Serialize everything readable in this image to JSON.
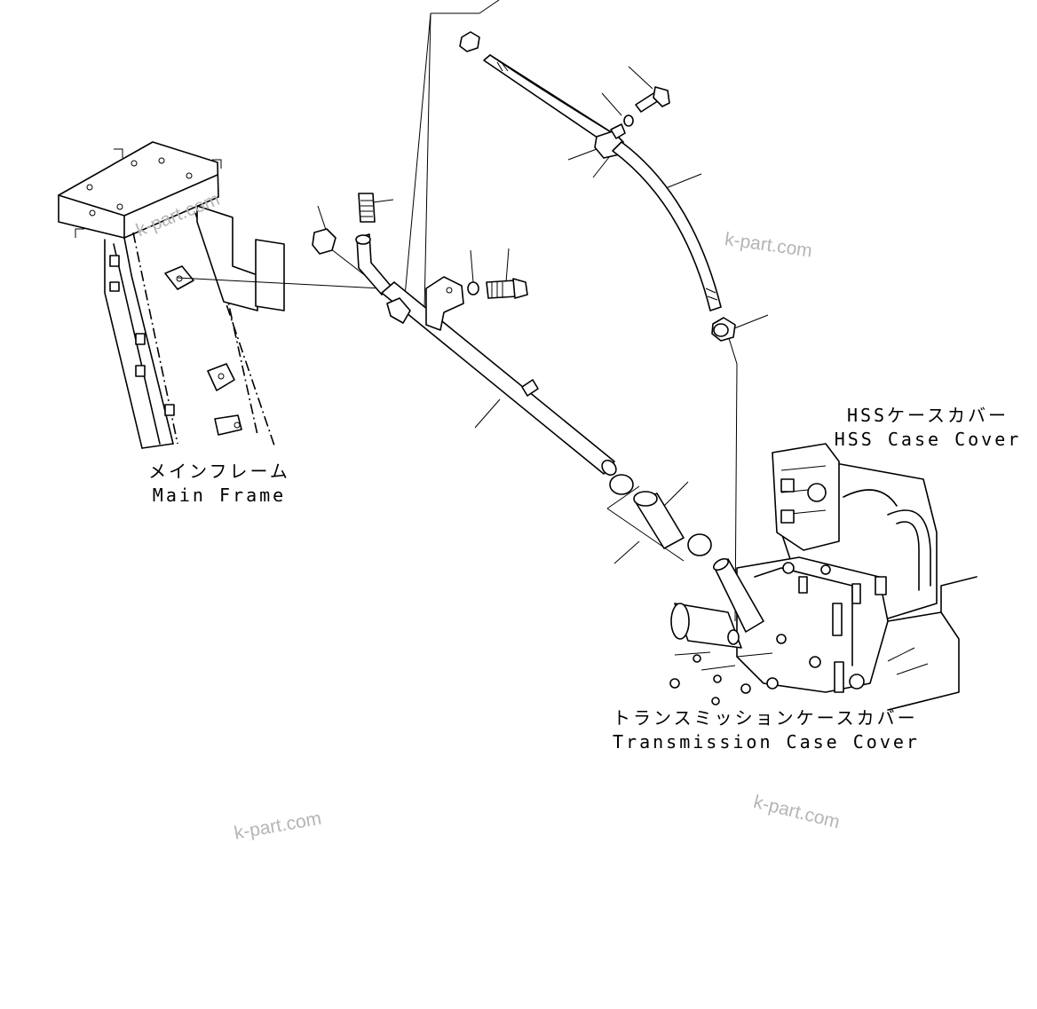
{
  "labels": {
    "hss_case_cover_jp": "HSSケースカバー",
    "hss_case_cover_en": "HSS Case Cover",
    "main_frame_jp": "メインフレーム",
    "main_frame_en": "Main Frame",
    "transmission_case_cover_jp": "トランスミッションケースカバー",
    "transmission_case_cover_en": "Transmission Case Cover"
  },
  "watermark": "k-part.com",
  "colors": {
    "line": "#000000",
    "background": "#ffffff",
    "watermark": "#b5b5b5"
  }
}
